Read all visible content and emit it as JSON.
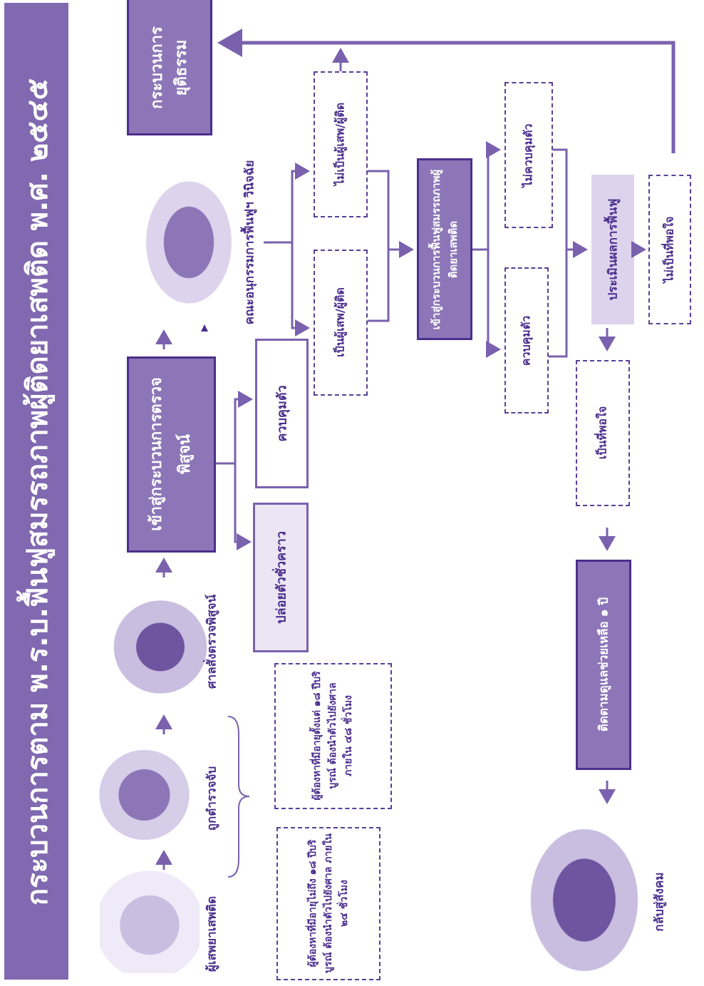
{
  "title": "กระบวนการตาม พ.ร.บ.ฟื้นฟูสมรรถภาพผู้ติดยาเสพติด พ.ศ. ๒๕๔๕",
  "colors": {
    "banner": "#8069b0",
    "dark": "#4b2f8c",
    "box_fill": "#8c76b7",
    "pale": "#ece6f4",
    "arrow": "#7a61ae"
  },
  "steps": {
    "user": "ผู้เสพยาเสพติด",
    "arrested": "ถูกตำรวจจับ",
    "court": "ศาลสั่งตรวจพิสูจน์",
    "committee": "คณะอนุกรรมการฟื้นฟูฯ วินิจฉัย",
    "justice": "กระบวนการยุติธรรม",
    "return_society": "กลับสู่สังคม"
  },
  "notes": {
    "under18": "ผู้ต้องหาที่มีอายุไม่ถึง ๑๘ ปีบริบูรณ์ ต้องนำตัวไปยังศาล ภายใน ๒๔ ชั่วโมง",
    "over18": "ผู้ต้องหาที่มีอายุตั้งแต่ ๑๘ ปีบริบูรณ์ ต้องนำตัวไปยังศาล ภายใน ๔๘ ชั่วโมง"
  },
  "boxes": {
    "proof_process": "เข้าสู่กระบวนการตรวจพิสูจน์",
    "temp_release": "ปล่อยตัวชั่วคราว",
    "detained": "ควบคุมตัว",
    "is_addict": "เป็นผู้เสพ/ผู้ติด",
    "not_addict": "ไม่เป็นผู้เสพ/ผู้ติด",
    "rehab_process": "เข้าสู่กระบวนการฟื้นฟูสมรรถภาพผู้ติดยาเสพติด",
    "detained2": "ควบคุมตัว",
    "not_detained": "ไม่ควบคุมตัว",
    "evaluate": "ประเมินผลการฟื้นฟู",
    "satisfactory": "เป็นที่พอใจ",
    "unsatisfactory": "ไม่เป็นที่พอใจ",
    "followup": "ติดตามดูแลช่วยเหลือ ๑ ปี"
  }
}
